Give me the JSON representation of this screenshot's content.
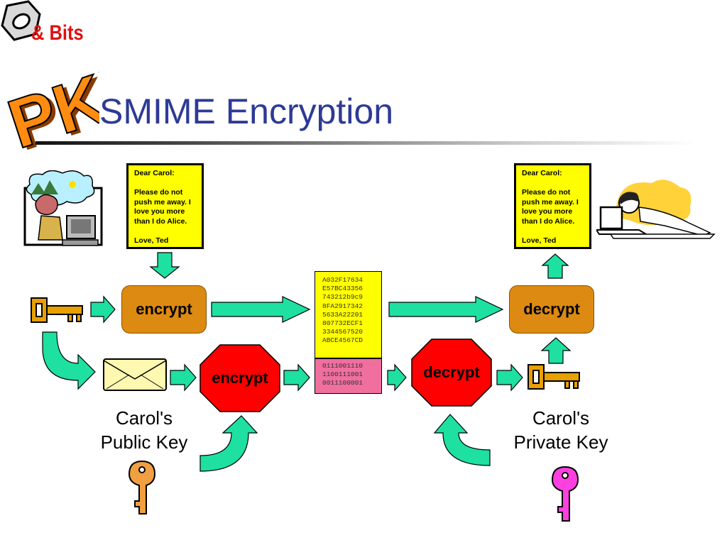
{
  "logo": {
    "text": "& Bits",
    "mark_text": "PKI"
  },
  "title": "SMIME Encryption",
  "letter_left": {
    "lines": [
      "Dear Carol:",
      "Please do not push me away. I love you more than I do Alice.",
      "Love, Ted"
    ]
  },
  "letter_right": {
    "lines": [
      "Dear Carol:",
      "Please do not push me away. I love you more than I do Alice.",
      "Love, Ted"
    ]
  },
  "encrypt_box_label": "encrypt",
  "decrypt_box_label": "decrypt",
  "stop_encrypt_label": "encrypt",
  "stop_decrypt_label": "decrypt",
  "ciphertext": [
    "A032F17634",
    "E57BC43356",
    "743212b9c9",
    "8FA2917342",
    "5633A22201",
    "807732ECF1",
    "3344567520",
    "ABCE4567CD"
  ],
  "binary": [
    "0111001110",
    "1100111001",
    "0011100001"
  ],
  "public_key_caption": [
    "Carol's",
    "Public Key"
  ],
  "private_key_caption": [
    "Carol's",
    "Private Key"
  ],
  "colors": {
    "title": "#2e3a96",
    "arrow_fill": "#1ee0a0",
    "letter_bg": "#ffff00",
    "process_box": "#dd8a12",
    "stop_sign": "#ff0000",
    "ciphertext_bg": "#ffff00",
    "binary_bg": "#f06f9e",
    "public_key": "#f0a040",
    "private_key": "#ff40e0",
    "session_key": "#e8a000"
  }
}
